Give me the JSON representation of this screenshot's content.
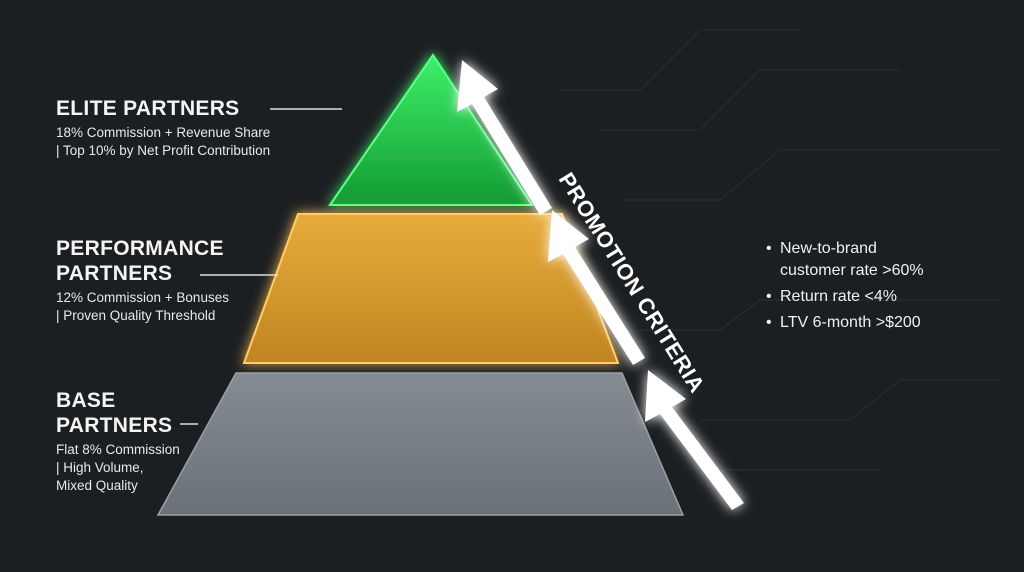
{
  "tiers": [
    {
      "title": "ELITE PARTNERS",
      "lines": [
        "18% Commission + Revenue Share",
        "| Top 10% by Net Profit Contribution"
      ],
      "color": "#2ecf52"
    },
    {
      "title_lines": [
        "PERFORMANCE",
        "PARTNERS"
      ],
      "lines": [
        "12% Commission + Bonuses",
        "| Proven Quality Threshold"
      ],
      "color": "#d9a032"
    },
    {
      "title_lines": [
        "BASE",
        "PARTNERS"
      ],
      "lines": [
        "Flat 8% Commission",
        "| High Volume,",
        "Mixed Quality"
      ],
      "color": "#7a8088"
    }
  ],
  "promotion": {
    "label": "PROMOTION CRITERIA",
    "criteria": [
      "New-to-brand customer rate >60%",
      "Return rate <4%",
      "LTV 6-month >$200"
    ]
  }
}
